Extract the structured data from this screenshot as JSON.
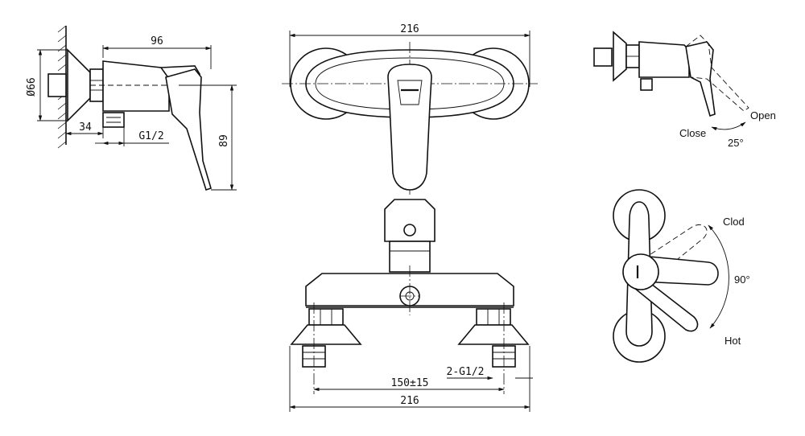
{
  "side_view": {
    "dim_width": "96",
    "dim_diameter": "Ø66",
    "dim_offset": "34",
    "dim_thread": "G1/2",
    "dim_height": "89"
  },
  "front_view": {
    "dim_top_width": "216",
    "dim_centers": "150±15",
    "dim_thread": "2-G1/2",
    "dim_bottom_width": "216"
  },
  "lever_side": {
    "label_open": "Open",
    "label_close": "Close",
    "label_angle": "25°"
  },
  "lever_top": {
    "label_cold": "Clod",
    "label_hot": "Hot",
    "label_angle": "90°"
  }
}
